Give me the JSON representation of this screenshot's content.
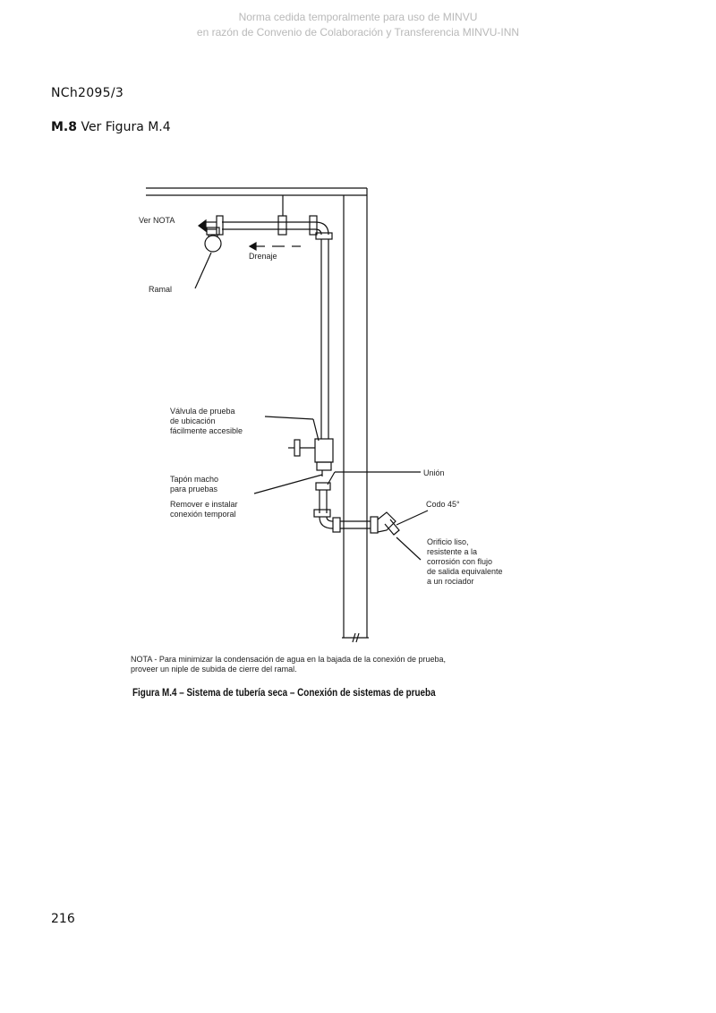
{
  "watermark": {
    "line1": "Norma cedida temporalmente para uso de MINVU",
    "line2": "en razón de Convenio de Colaboración y Transferencia MINVU-INN"
  },
  "header": {
    "document_code": "NCh2095/3"
  },
  "section": {
    "number": "M.8",
    "text": "Ver Figura M.4"
  },
  "figure": {
    "labels": {
      "ver_nota": "Ver NOTA",
      "drenaje": "Drenaje",
      "ramal": "Ramal",
      "valvula_1": "Válvula de prueba",
      "valvula_2": "de ubicación",
      "valvula_3": "fácilmente accesible",
      "tapon_1": "Tapón macho",
      "tapon_2": "para pruebas",
      "remover_1": "Remover e instalar",
      "remover_2": "conexión temporal",
      "union": "Unión",
      "codo": "Codo 45°",
      "orificio_1": "Orificio liso,",
      "orificio_2": "resistente a la",
      "orificio_3": "corrosión con flujo",
      "orificio_4": "de salida equivalente",
      "orificio_5": "a un rociador"
    },
    "note_line1": "NOTA - Para minimizar la condensación de agua en la bajada de la conexión de prueba,",
    "note_line2": "proveer un niple de subida de cierre del ramal.",
    "caption": "Figura M.4 – Sistema de tubería seca – Conexión de sistemas de prueba"
  },
  "footer": {
    "page_number": "216"
  }
}
